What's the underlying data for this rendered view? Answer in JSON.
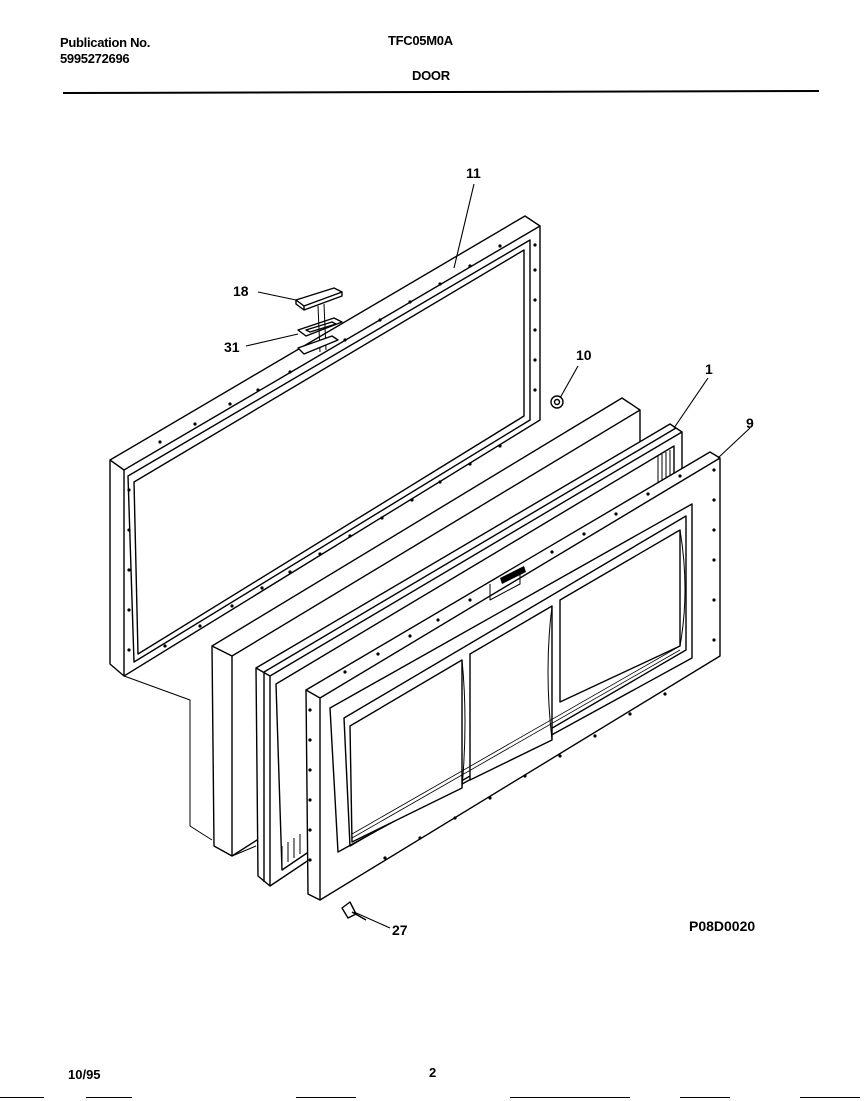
{
  "header": {
    "publication_label": "Publication No.",
    "publication_number": "5995272696",
    "model": "TFC05M0A",
    "section_title": "DOOR"
  },
  "diagram": {
    "callouts": [
      {
        "id": "11",
        "label": "11"
      },
      {
        "id": "18",
        "label": "18"
      },
      {
        "id": "31",
        "label": "31"
      },
      {
        "id": "10",
        "label": "10"
      },
      {
        "id": "1",
        "label": "1"
      },
      {
        "id": "9",
        "label": "9"
      },
      {
        "id": "27",
        "label": "27"
      }
    ],
    "drawing_number": "P08D0020"
  },
  "footer": {
    "date": "10/95",
    "page": "2"
  }
}
